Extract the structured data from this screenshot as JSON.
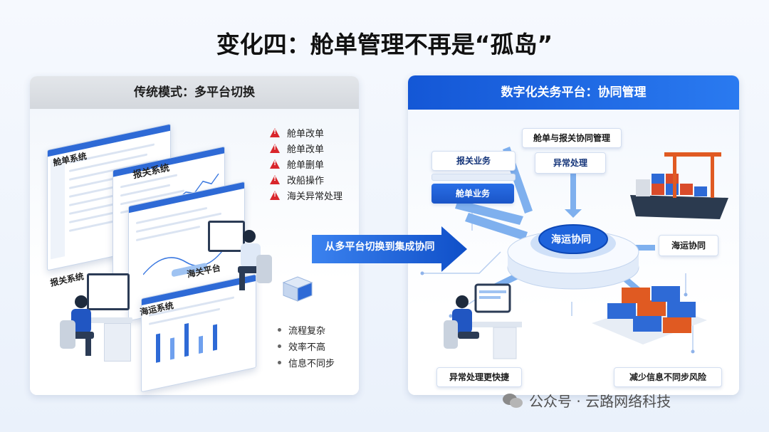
{
  "title": "变化四：舱单管理不再是“孤岛”",
  "left_panel": {
    "header": "传统模式：多平台切换",
    "systems": [
      "舱单系统",
      "报关系统",
      "报关系统",
      "海关平台",
      "海运系统"
    ],
    "warnings": [
      "舱单改单",
      "舱单改单",
      "舱单删单",
      "改船操作",
      "海关异常处理"
    ],
    "bullets": [
      "流程复杂",
      "效率不高",
      "信息不同步"
    ]
  },
  "arrow_label": "从多平台切换到集成协同",
  "right_panel": {
    "header": "数字化关务平台：协同管理",
    "hub": "海运协同",
    "labels": {
      "coordination": "舱单与报关协同管理",
      "customs": "报关业务",
      "manifest": "舱单业务",
      "exception": "异常处理",
      "shipping": "海运协同",
      "faster": "异常处理更快捷",
      "risk": "减少信息不同步风险"
    }
  },
  "watermark": "公众号 · 云路网络科技",
  "colors": {
    "accent": "#1a5fd8",
    "warning": "#d9262c",
    "header_gray": "#d9dde2"
  }
}
